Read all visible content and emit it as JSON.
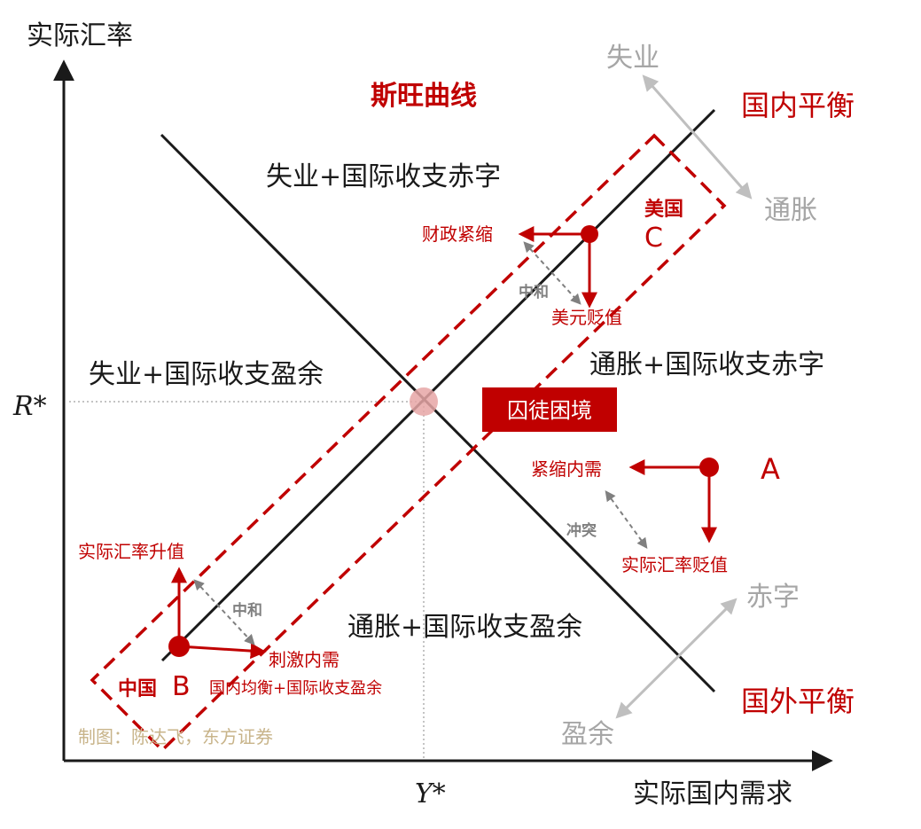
{
  "title": "斯旺曲线",
  "axes": {
    "y_label": "实际汇率",
    "x_label": "实际国内需求",
    "r_star": "R*",
    "y_star": "Y*"
  },
  "curves": {
    "internal": "国内平衡",
    "external": "国外平衡"
  },
  "direction_labels": {
    "unemployment": "失业",
    "inflation": "通胀",
    "deficit": "赤字",
    "surplus": "盈余"
  },
  "regions": {
    "top": "失业+国际收支赤字",
    "left": "失业+国际收支盈余",
    "right": "通胀+国际收支赤字",
    "bottom": "通胀+国际收支盈余"
  },
  "dilemma": "囚徒困境",
  "points": {
    "A": {
      "label": "A",
      "arrow_left": "紧缩内需",
      "arrow_down": "实际汇率贬值",
      "relation": "冲突"
    },
    "B": {
      "label": "B",
      "country": "中国",
      "arrow_up": "实际汇率升值",
      "arrow_right": "刺激内需",
      "relation": "中和",
      "state": "国内均衡+国际收支盈余"
    },
    "C": {
      "label": "C",
      "country": "美国",
      "arrow_left": "财政紧缩",
      "arrow_down": "美元贬值",
      "relation": "中和"
    }
  },
  "credit": "制图：陈达飞，东方证券",
  "colors": {
    "red": "#c00000",
    "gray": "#bfbfbf",
    "axis": "#1a1a1a",
    "credit": "#c8b48a"
  }
}
